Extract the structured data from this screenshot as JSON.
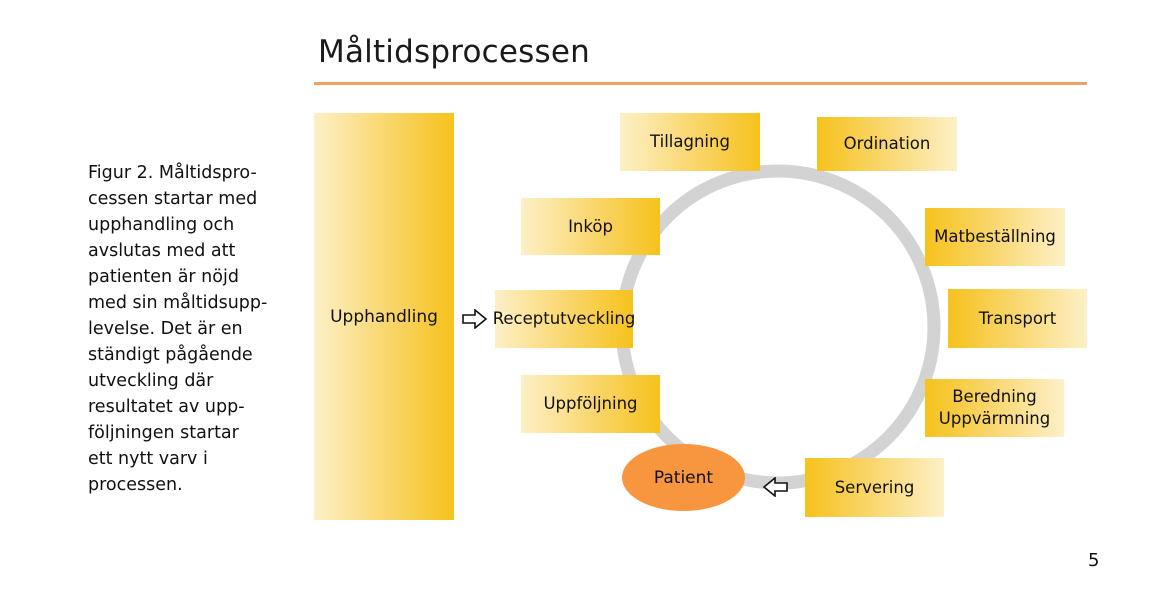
{
  "title": "Måltidsprocessen",
  "caption": "Figur 2. Måltidspro-\ncessen startar med\nupphandling och\navslutas med att\npatienten är nöjd\nmed sin måltidsupp-\nlevelse. Det är en\nständigt pågående\nutveckling där\nresultatet av upp-\nföljningen startar\nett nytt varv i\nprocessen.",
  "page_number": "5",
  "procurement": "Upphandling",
  "patient": "Patient",
  "steps": {
    "tillagning": "Tillagning",
    "ordination": "Ordination",
    "inkop": "Inköp",
    "matbestallning": "Matbeställning",
    "receptutveckling": "Receptutveckling",
    "transport": "Transport",
    "uppfoljning": "Uppföljning",
    "beredning": "Beredning\nUppvärmning",
    "servering": "Servering"
  },
  "colors": {
    "box_yellow": "#f6c21c",
    "box_pale": "#fdf0c7",
    "patient_orange": "#f7963f",
    "ring_gray": "#d3d3d3",
    "title_rule": "#f0a060"
  },
  "icons": [
    "right-arrow-icon",
    "left-arrow-icon"
  ]
}
